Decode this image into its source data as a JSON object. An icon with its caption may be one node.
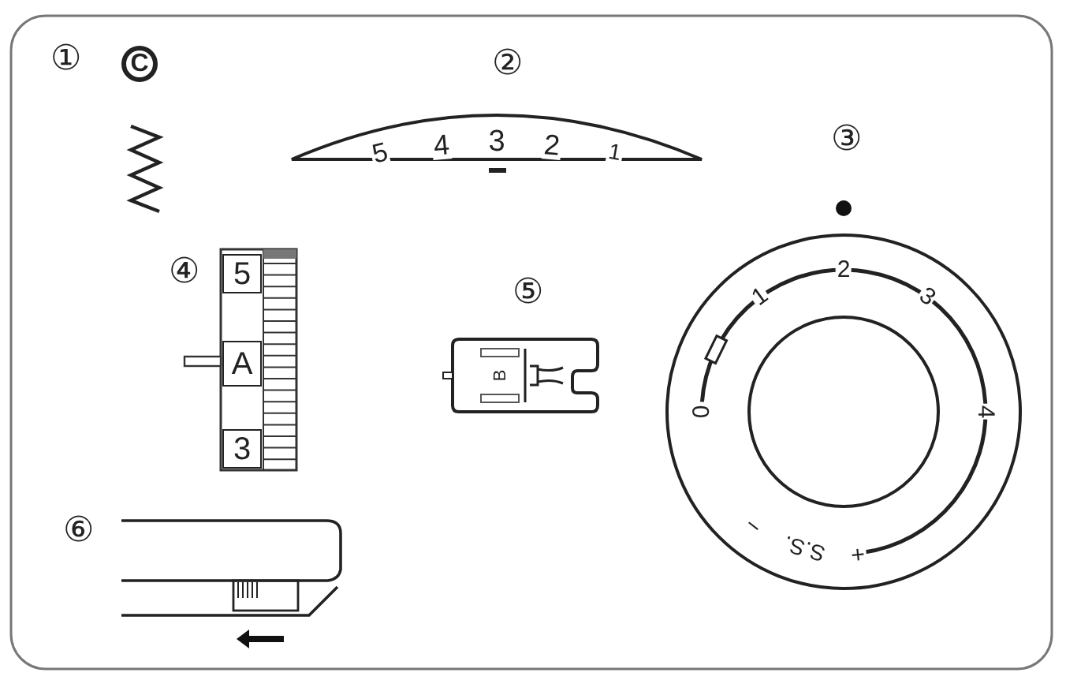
{
  "diagram": {
    "nodes": [
      {
        "text": [
          "C"
        ]
      },
      {
        "text": [
          "5"
        ]
      },
      {
        "text": [
          "A"
        ]
      },
      {
        "text": [
          "3"
        ]
      }
    ],
    "labels": [
      "①",
      "②",
      "5",
      "4",
      "3",
      "2",
      "1",
      "③",
      "2",
      "1",
      "3",
      "0",
      "4",
      "④",
      "⑤",
      "B",
      "−",
      "S.S.",
      "+",
      "⑥"
    ]
  }
}
